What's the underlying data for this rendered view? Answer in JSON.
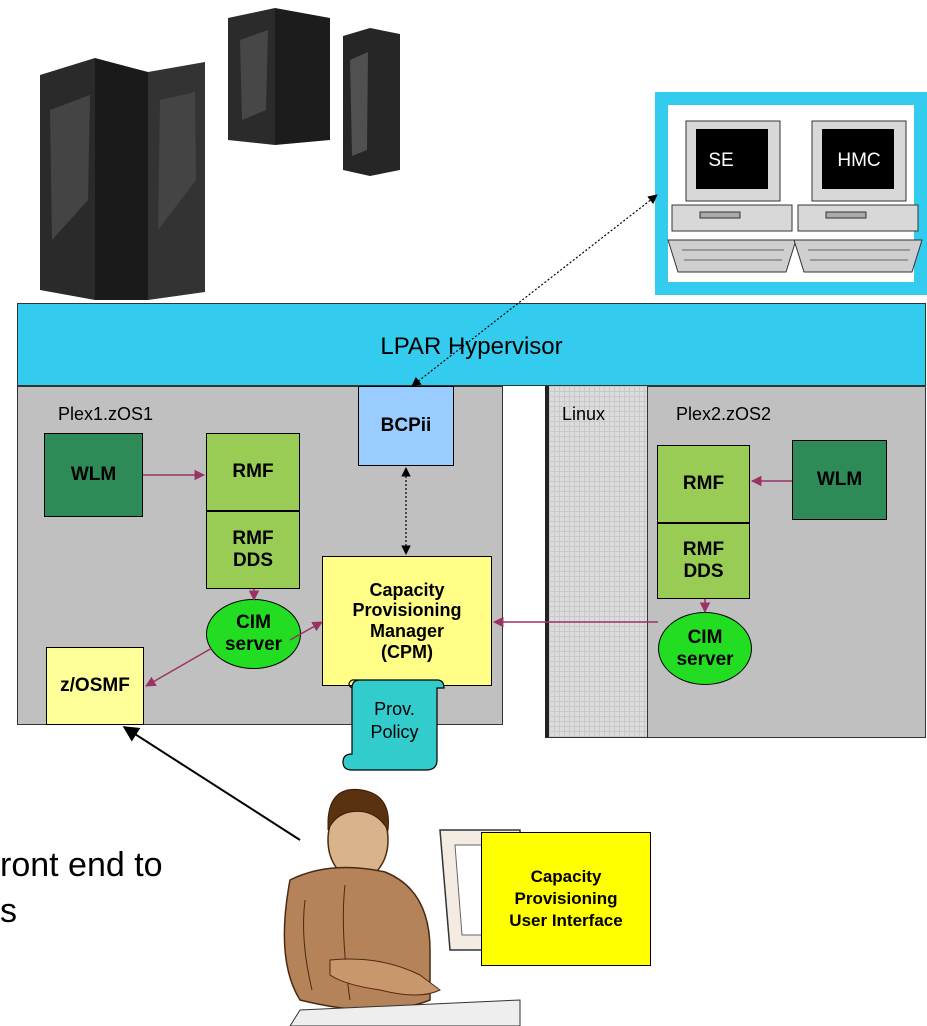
{
  "hypervisor": {
    "label": "LPAR Hypervisor"
  },
  "consoles": {
    "se_label": "SE",
    "hmc_label": "HMC"
  },
  "plex1": {
    "title": "Plex1.zOS1",
    "wlm": "WLM",
    "rmf": "RMF",
    "rmf_dds_line1": "RMF",
    "rmf_dds_line2": "DDS",
    "cim_line1": "CIM",
    "cim_line2": "server",
    "zosmf": "z/OSMF"
  },
  "bcpii": {
    "label": "BCPii"
  },
  "cpm": {
    "line1": "Capacity",
    "line2": "Provisioning",
    "line3": "Manager",
    "line4": "(CPM)"
  },
  "policy": {
    "line1": "Prov.",
    "line2": "Policy"
  },
  "linux": {
    "label": "Linux"
  },
  "plex2": {
    "title": "Plex2.zOS2",
    "wlm": "WLM",
    "rmf": "RMF",
    "rmf_dds_line1": "RMF",
    "rmf_dds_line2": "DDS",
    "cim_line1": "CIM",
    "cim_line2": "server"
  },
  "cp_ui": {
    "line1": "Capacity",
    "line2": "Provisioning",
    "line3": "User Interface"
  },
  "partial_text": {
    "line1": "ront end to",
    "line2": "s"
  },
  "colors": {
    "hypervisor_fill": "#33ccee",
    "lpar_fill": "#c0c0c0",
    "wlm_fill": "#2e8b57",
    "rmf_fill": "#99cc55",
    "cim_fill": "#22dd22",
    "cpm_fill": "#ffff88",
    "bcpii_fill": "#99ccff",
    "policy_fill": "#33cccc",
    "ui_fill": "#ffff00",
    "arrow_color": "#993366"
  }
}
